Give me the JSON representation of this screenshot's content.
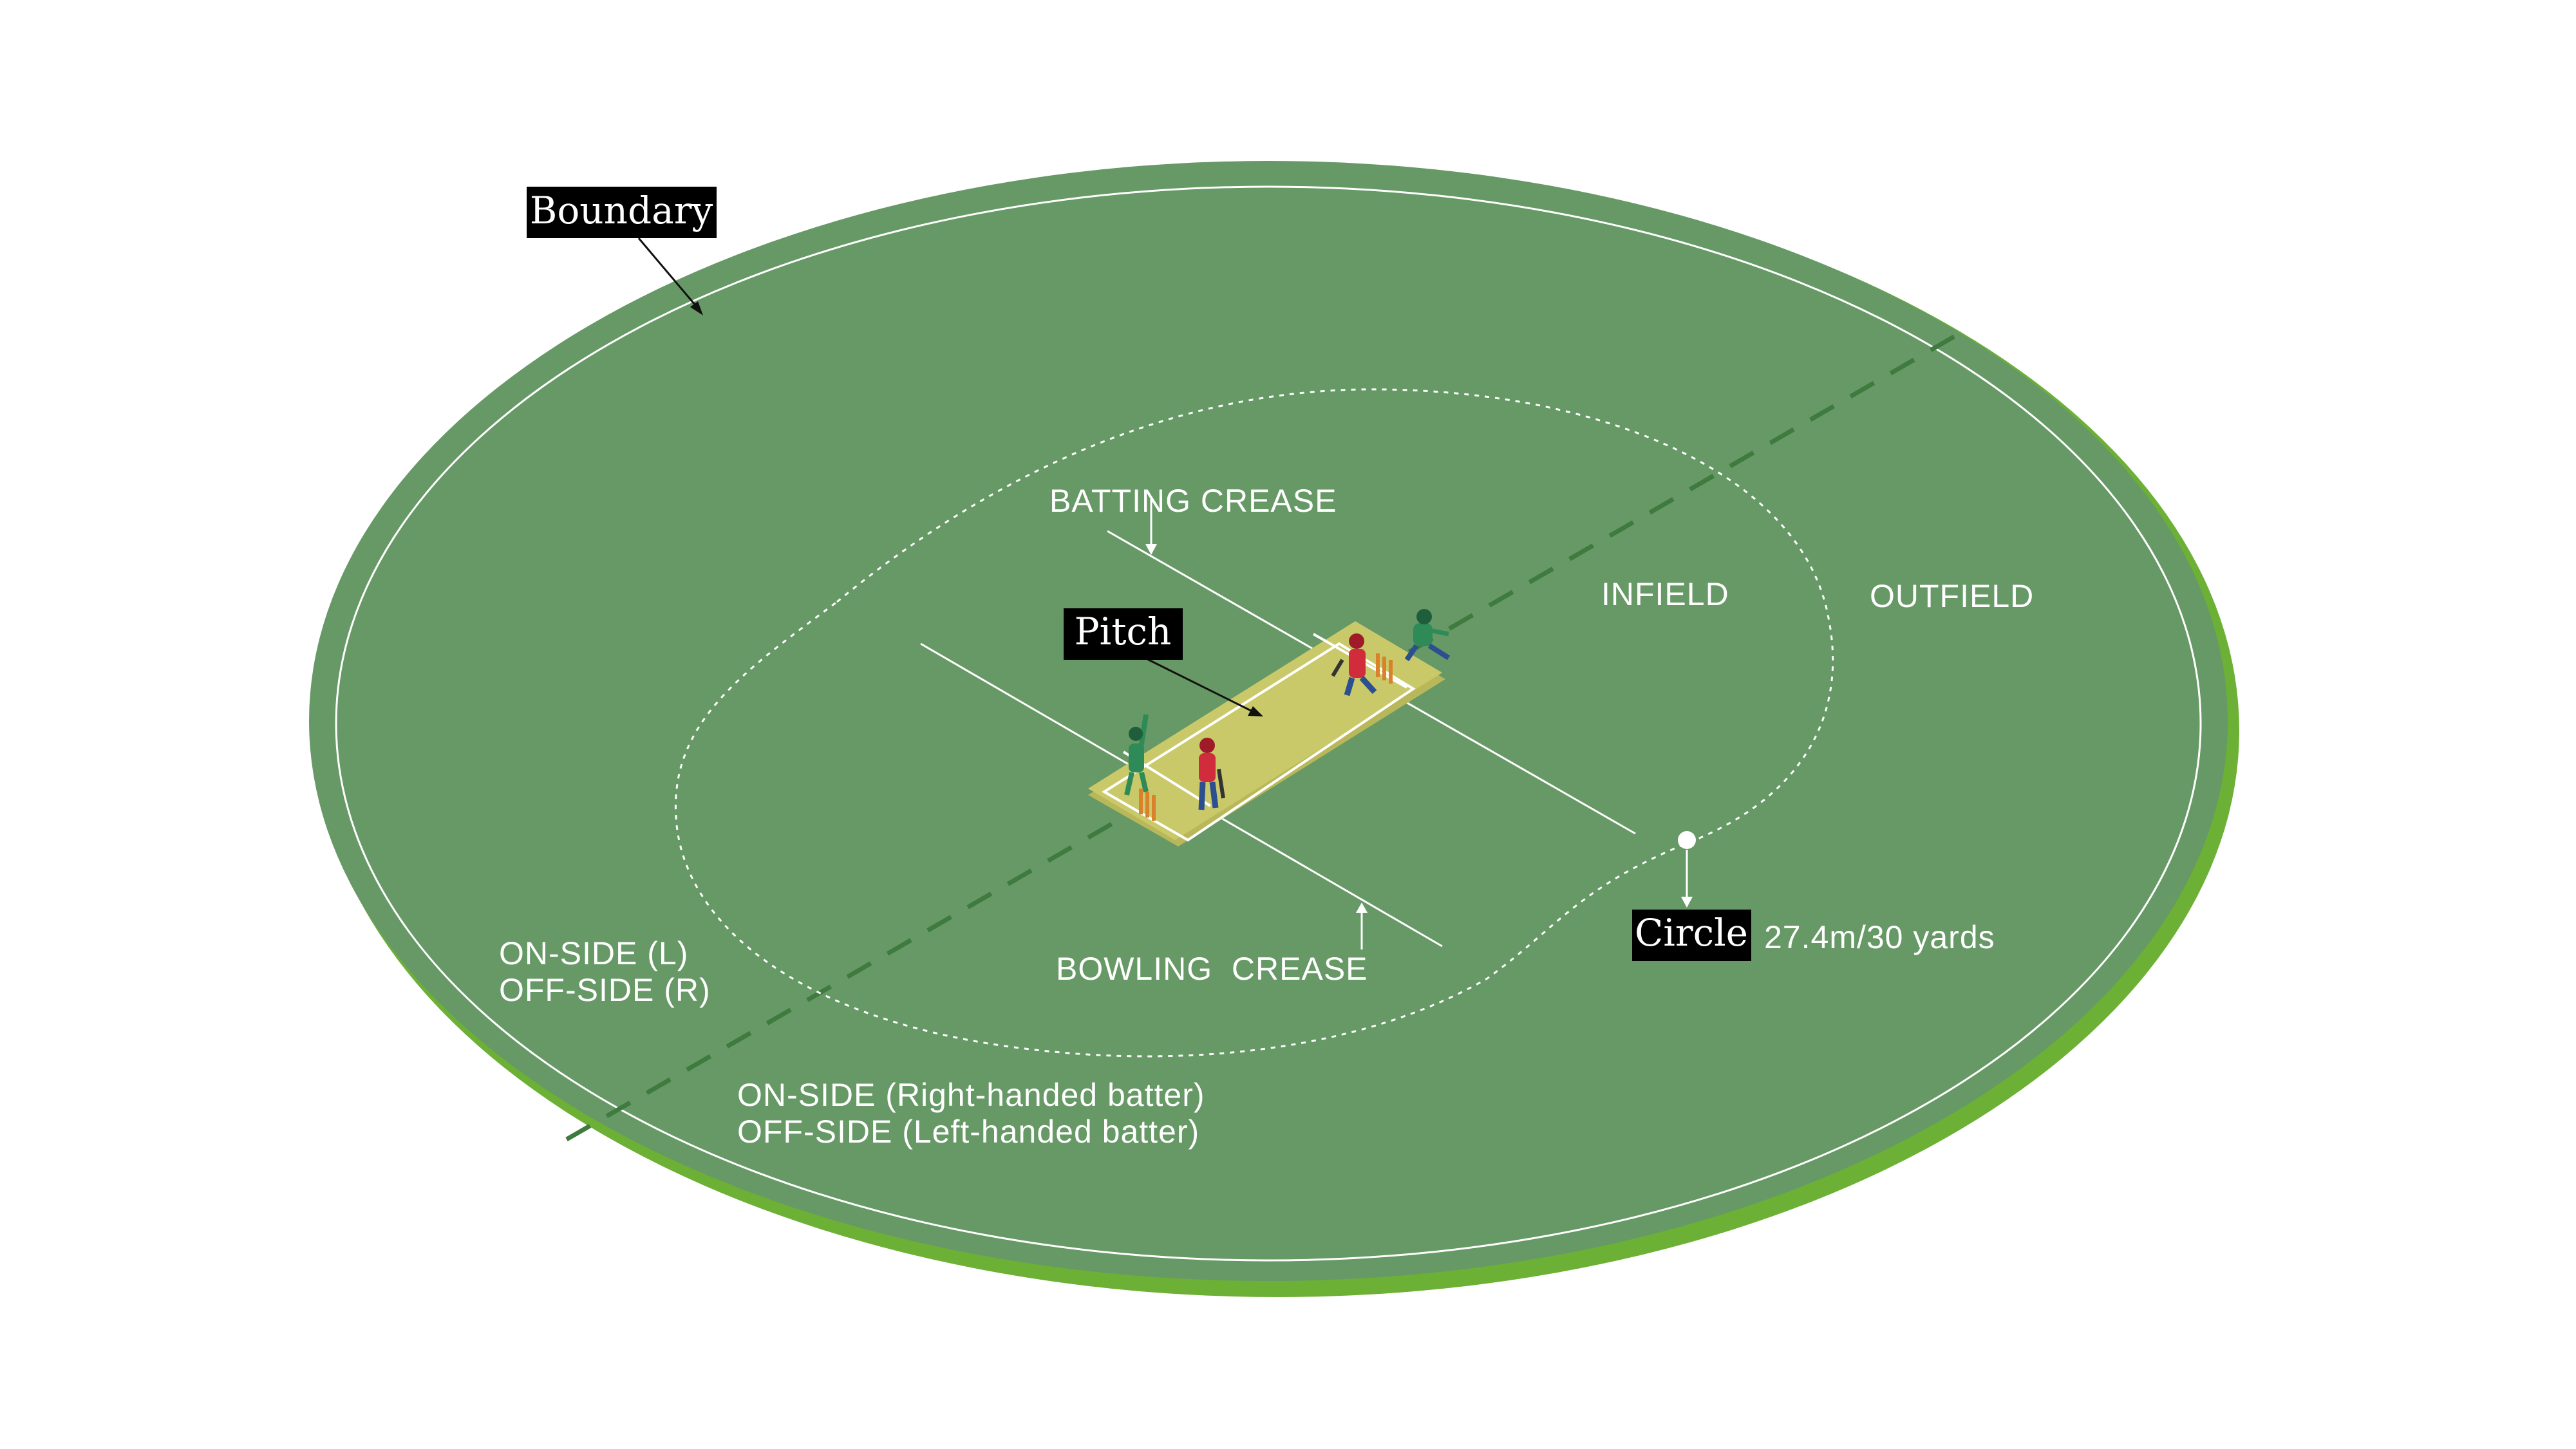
{
  "labels": {
    "boundary": "Boundary",
    "pitch": "Pitch",
    "circle": "Circle",
    "circle_measure": "27.4m/30 yards",
    "batting_crease": "BATTING CREASE",
    "bowling_crease": "BOWLING  CREASE",
    "infield": "INFIELD",
    "outfield": "OUTFIELD",
    "side_short_1": "ON-SIDE (L)",
    "side_short_2": "OFF-SIDE (R)",
    "side_long_1": "ON-SIDE (Right-handed batter)",
    "side_long_2": "OFF-SIDE (Left-handed batter)"
  },
  "colors": {
    "field": "#669966",
    "field_rim": "#5c9a3c",
    "field_edge": "#6cb035",
    "pitch": "#c9c96a",
    "pitch_dark": "#b8b85a",
    "tag_bg": "#000000",
    "line": "#ffffff",
    "axis": "#3f7a3f"
  }
}
